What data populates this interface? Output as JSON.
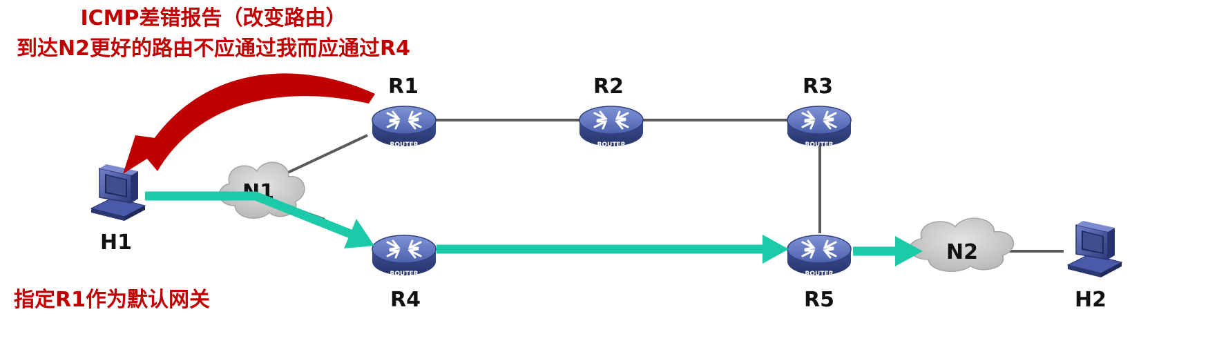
{
  "annotations": {
    "title": "ICMP差错报告（改变路由）",
    "message": "到达N2更好的路由不应通过我而应通过R4",
    "note": "指定R1作为默认网关"
  },
  "hosts": {
    "h1": "H1",
    "h2": "H2"
  },
  "networks": {
    "n1": "N1",
    "n2": "N2"
  },
  "routers": {
    "r1": "R1",
    "r2": "R2",
    "r3": "R3",
    "r4": "R4",
    "r5": "R5"
  },
  "router_badge": "ROUTER",
  "colors": {
    "accent_red": "#c00000",
    "route_teal": "#1cc9a8",
    "link_gray": "#595959",
    "router_blue": "#4a5fa8",
    "cloud_gray": "#c4c4c4"
  }
}
